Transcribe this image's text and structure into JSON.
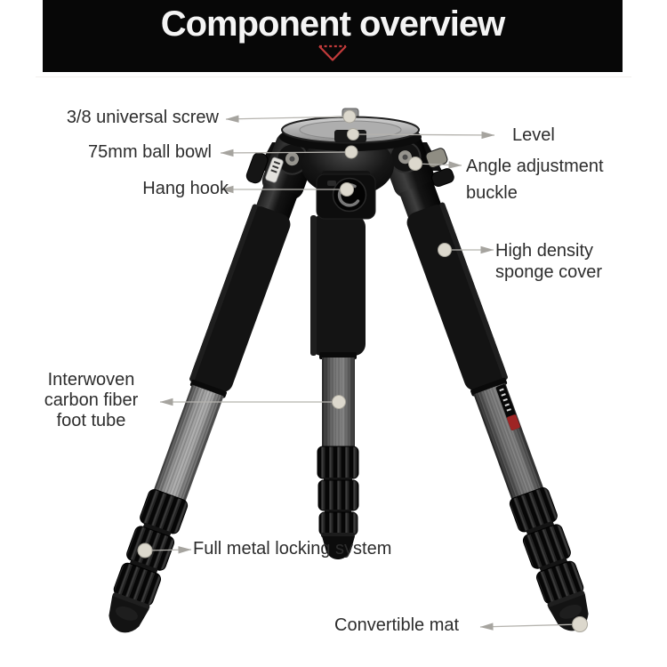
{
  "header": {
    "title": "Component overview",
    "background": "#070707",
    "title_color": "#f4f4f4",
    "triangle_icon_color": "#c23b3b"
  },
  "annotations": {
    "universal_screw": "3/8 universal screw",
    "ball_bowl": "75mm ball bowl",
    "hang_hook": "Hang hook",
    "level": "Level",
    "angle_buckle": [
      "Angle adjustment",
      "buckle"
    ],
    "sponge_cover": [
      "High density",
      "sponge cover"
    ],
    "foot_tube": [
      "Interwoven",
      "carbon fiber",
      "foot tube"
    ],
    "locking_system": "Full metal locking system",
    "convertible_mat": "Convertible mat"
  },
  "annotation_style": {
    "text_color": "#2d2d2d",
    "line_color": "#b5b3ae",
    "arrowhead_color": "#a6a49f",
    "dot_color": "#dcd8cd"
  }
}
